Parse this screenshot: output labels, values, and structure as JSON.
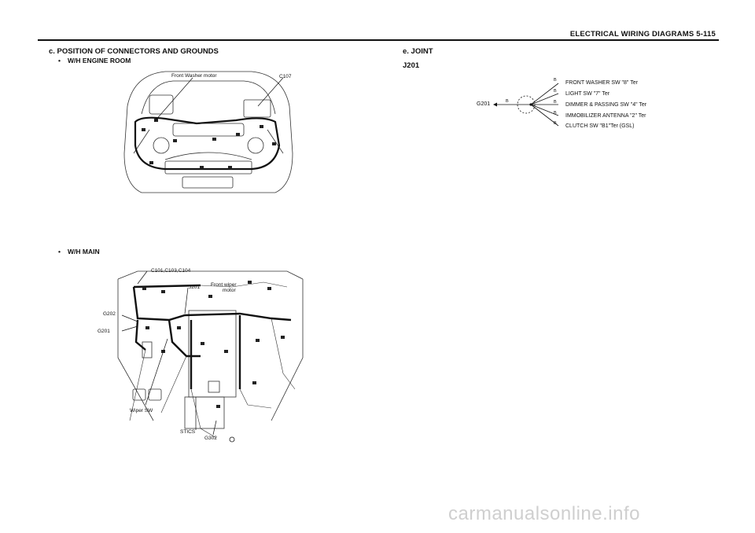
{
  "header": {
    "title": "ELECTRICAL WIRING DIAGRAMS  5-115"
  },
  "left": {
    "section_title": "c.  POSITION  OF  CONNECTORS  AND  GROUNDS",
    "engine_room": {
      "subtitle": "W/H  ENGINE  ROOM",
      "labels": {
        "front_washer_motor": "Front Washer motor",
        "c107": "C107"
      }
    },
    "main": {
      "subtitle": "W/H  MAIN",
      "labels": {
        "c101": "C101,C103,C104",
        "j201": "J201",
        "front_wiper_motor_1": "Front wiper",
        "front_wiper_motor_2": "motor",
        "g202": "G202",
        "g201": "G201",
        "wiper_sw": "Wiper SW",
        "stics": "STICS",
        "g302": "G302"
      }
    }
  },
  "right": {
    "section_title": "e.  JOINT",
    "joint_id": "J201",
    "joint": {
      "ground": "G201",
      "ground_wire": "B",
      "branches": [
        {
          "wire": "B",
          "label": "FRONT WASHER SW \"8\" Ter"
        },
        {
          "wire": "B",
          "label": "LIGHT SW \"7\" Ter"
        },
        {
          "wire": "B",
          "label": "DIMMER & PASSING SW \"4\" Ter"
        },
        {
          "wire": "B",
          "label": "IMMOBILIZER ANTENNA \"2\" Ter"
        },
        {
          "wire": "B",
          "label": "CLUTCH SW \"B1\"Ter (GSL)"
        }
      ]
    }
  },
  "watermark": "carmanualsonline.info"
}
